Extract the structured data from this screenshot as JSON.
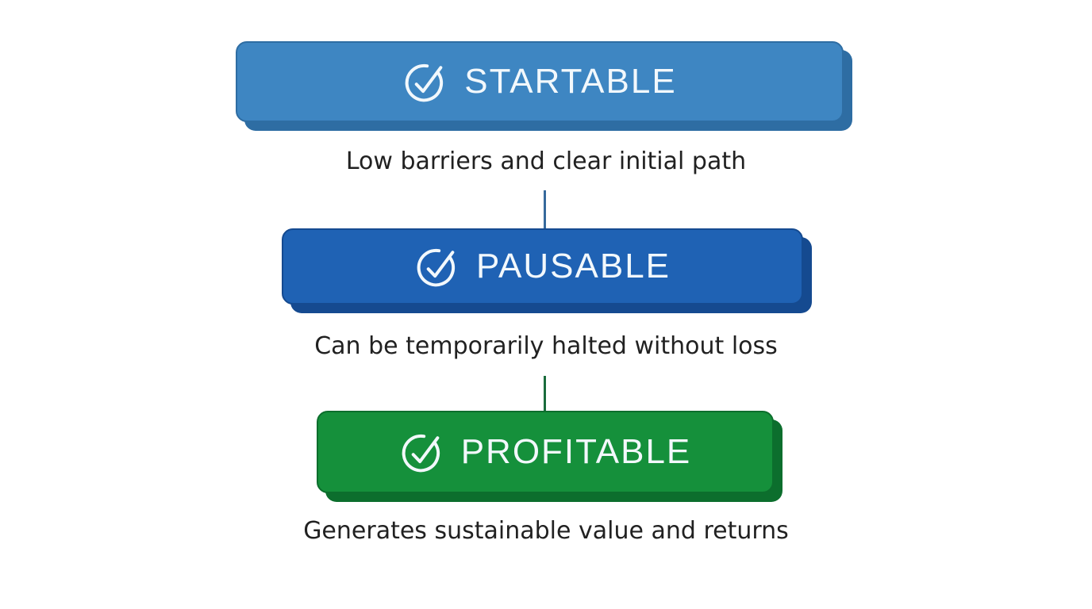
{
  "page": {
    "background": "#ffffff",
    "caption_color": "#212121"
  },
  "diagram": {
    "steps": [
      {
        "label": "STARTABLE",
        "description": "Low barriers and clear initial path",
        "icon": "check-circle-icon",
        "fill": "#3e86c2",
        "edge": "#2e6da3",
        "text_color": "#f2f8fc"
      },
      {
        "label": "PAUSABLE",
        "description": "Can be temporarily halted without loss",
        "icon": "check-circle-icon",
        "fill": "#1f62b4",
        "edge": "#154a90",
        "text_color": "#f2f8fc",
        "connector_color": "#36699c"
      },
      {
        "label": "PROFITABLE",
        "description": "Generates sustainable value and returns",
        "icon": "check-circle-icon",
        "fill": "#15903b",
        "edge": "#0c6e2d",
        "text_color": "#f2f8fc",
        "connector_color": "#1a6c3c"
      }
    ]
  }
}
